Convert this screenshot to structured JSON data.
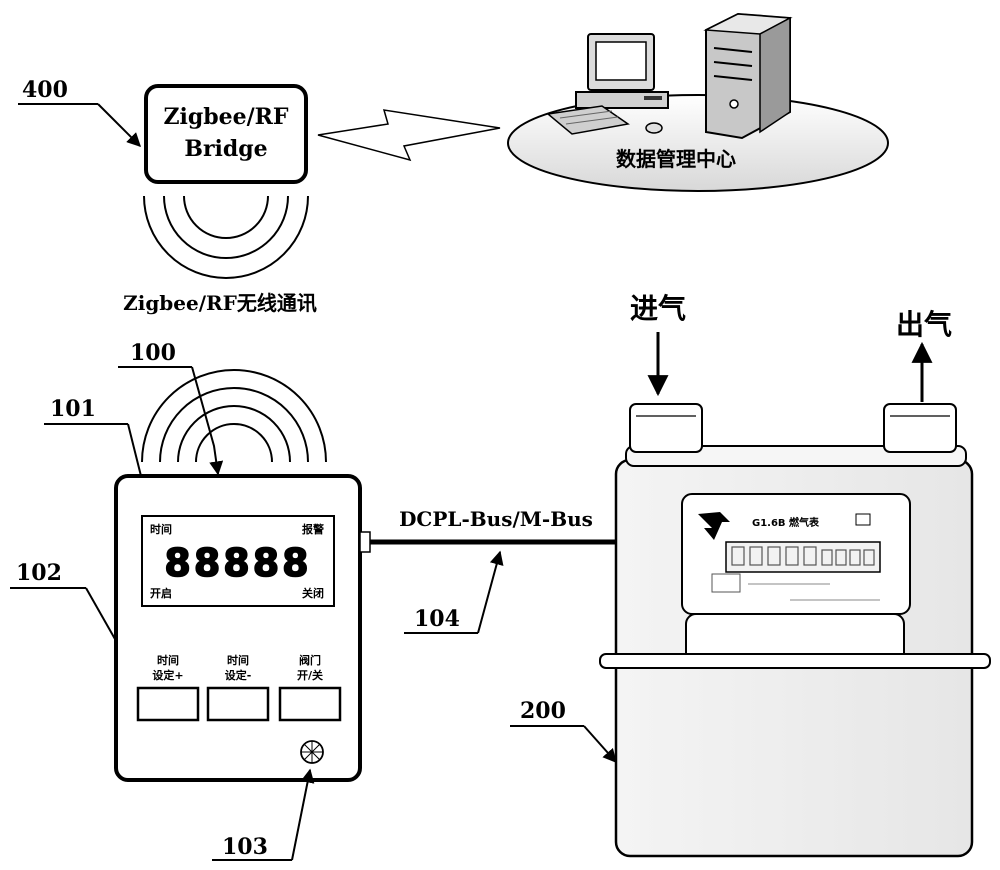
{
  "refs": {
    "r400": "400",
    "r100": "100",
    "r101": "101",
    "r102": "102",
    "r103": "103",
    "r104": "104",
    "r200": "200"
  },
  "bridge": {
    "line1": "Zigbee/RF",
    "line2": "Bridge"
  },
  "data_center": {
    "label": "数据管理中心"
  },
  "wireless_label": "Zigbee/RF无线通讯",
  "bus_label": "DCPL-Bus/M-Bus",
  "controller": {
    "time_label": "时间",
    "alarm_label": "报警",
    "digits": "88888",
    "open_label": "开启",
    "close_label": "关闭",
    "buttons": [
      {
        "line1": "时间",
        "line2": "设定+"
      },
      {
        "line1": "时间",
        "line2": "设定-"
      },
      {
        "line1": "阀门",
        "line2": "开/关"
      }
    ]
  },
  "meter": {
    "inlet_label": "进气",
    "outlet_label": "出气",
    "model": "G1.6B 燃气表"
  }
}
